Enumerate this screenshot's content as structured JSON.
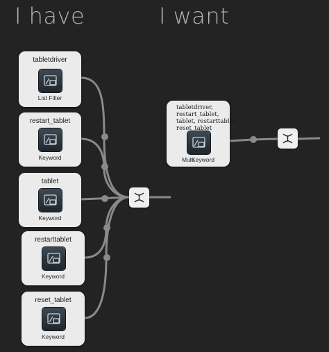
{
  "headings": {
    "have": "I have",
    "want": "I want"
  },
  "nodes": [
    {
      "title": "tabletdriver",
      "caption": "List Filter",
      "icon": "window-icon"
    },
    {
      "title": "restart_tablet",
      "caption": "Keyword",
      "icon": "window-icon"
    },
    {
      "title": "tablet",
      "caption": "Keyword",
      "icon": "window-icon"
    },
    {
      "title": "restarttablet",
      "caption": "Keyword",
      "icon": "window-icon"
    },
    {
      "title": "reset_tablet",
      "caption": "Keyword",
      "icon": "window-icon"
    }
  ],
  "multi_node": {
    "lines": [
      "tabletdriver,",
      "restart_tablet,",
      "tablet, restarttablet,",
      "reset_tablet"
    ],
    "caption_a": "Multi",
    "caption_b": "Keyword",
    "icon": "window-icon"
  },
  "merge_icon": "merge-icon",
  "colors": {
    "background": "#242323",
    "node": "#ebebeb",
    "wire": "#8a8a8a",
    "heading": "#b4b4b4"
  }
}
